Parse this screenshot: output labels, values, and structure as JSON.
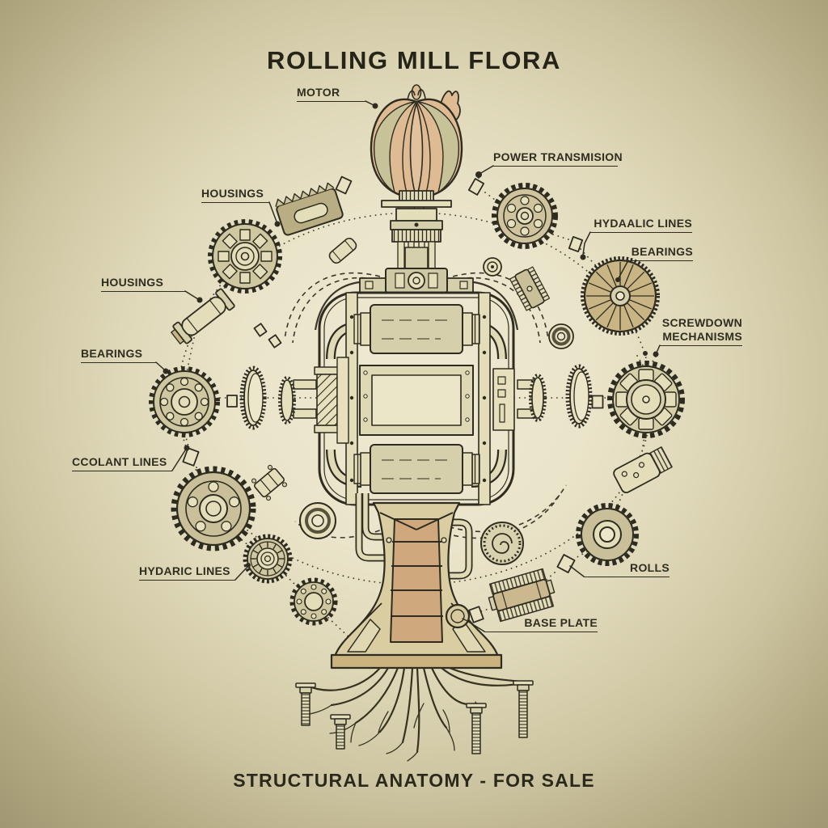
{
  "poster": {
    "title": "ROLLING MILL FLORA",
    "caption": "STRUCTURAL ANATOMY - FOR SALE"
  },
  "labels": [
    {
      "id": "motor",
      "text": "MOTOR"
    },
    {
      "id": "power-transmission",
      "text": "POWER TRANSMISION"
    },
    {
      "id": "hydraulic-lines-right",
      "text": "HYDAALIC LINES"
    },
    {
      "id": "bearings-right",
      "text": "BEARINGS"
    },
    {
      "id": "screwdown-mechanisms",
      "line1": "SCREWDOWN",
      "line2": "MECHANISMS"
    },
    {
      "id": "rolls",
      "text": "ROLLS"
    },
    {
      "id": "base-plate",
      "text": "BASE PLATE"
    },
    {
      "id": "housings-upper-left",
      "text": "HOUSINGS"
    },
    {
      "id": "housings-left",
      "text": "HOUSINGS"
    },
    {
      "id": "bearings-left",
      "text": "BEARINGS"
    },
    {
      "id": "coolant-lines",
      "text": "CCOLANT LINES"
    },
    {
      "id": "hydraulic-lines-left",
      "text": "HYDARIC LINES"
    }
  ],
  "colors": {
    "background_center": "#efe9d2",
    "background_edge": "#9e9570",
    "ink": "#2e2c20",
    "part_fill": "#d5cfab",
    "part_fill_pale": "#e3ddba",
    "part_fill_dark": "#c9b584",
    "bud_fill": "#debb92",
    "petal_fill": "#c8c299",
    "trunk_inner_fill": "#cfa87d",
    "trunk_shell_fill": "#d9cda1",
    "base_plate_fill": "#cbb380"
  },
  "parts": [
    "motor-flower-bud",
    "rasp-housing-block",
    "ring-gear",
    "coupling-cylinder",
    "bolt-hole-gear",
    "hub-gear",
    "bearing-roller-gear",
    "small-gear",
    "ring-seals",
    "drive-gear",
    "finned-coupling",
    "spoked-wheel-gear",
    "bearing-rings",
    "screwdown-gear",
    "bolt-plate",
    "hub-ring-gear",
    "roll-rack-assembly",
    "volute-part",
    "mill-housing",
    "work-rolls",
    "pedestal-trunk",
    "base-plate",
    "root-system",
    "anchor-bolts"
  ]
}
